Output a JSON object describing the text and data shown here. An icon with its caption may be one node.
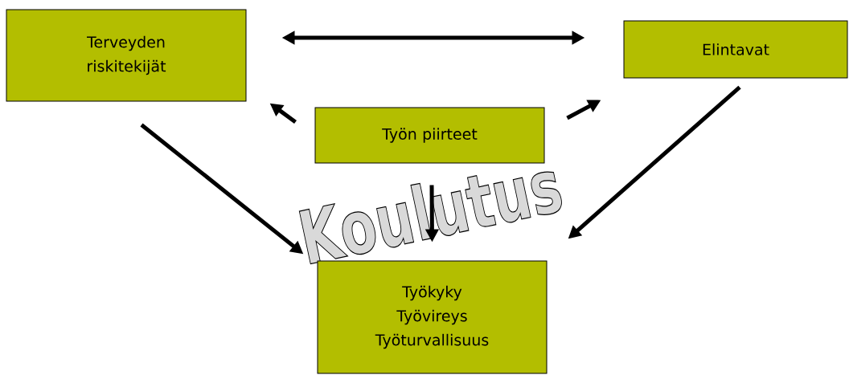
{
  "diagram": {
    "nodes": [
      {
        "text": [
          "Terveyden riskitekijät"
        ]
      },
      {
        "text": [
          "Elintavat"
        ]
      },
      {
        "text": [
          "Työn piirteet"
        ]
      },
      {
        "text": [
          "Työkyky",
          "Työvireys",
          "Työturvallisuus"
        ]
      }
    ],
    "edges": [
      {
        "from": 0,
        "to": 1,
        "arrow": "both"
      },
      {
        "from": 2,
        "to": 0,
        "arrow": "to"
      },
      {
        "from": 2,
        "to": 1,
        "arrow": "to"
      },
      {
        "from": 0,
        "to": 3,
        "arrow": "to"
      },
      {
        "from": 2,
        "to": 3,
        "arrow": "to"
      },
      {
        "from": 1,
        "to": 3,
        "arrow": "to"
      }
    ],
    "labels": [
      "Koulutus"
    ]
  }
}
